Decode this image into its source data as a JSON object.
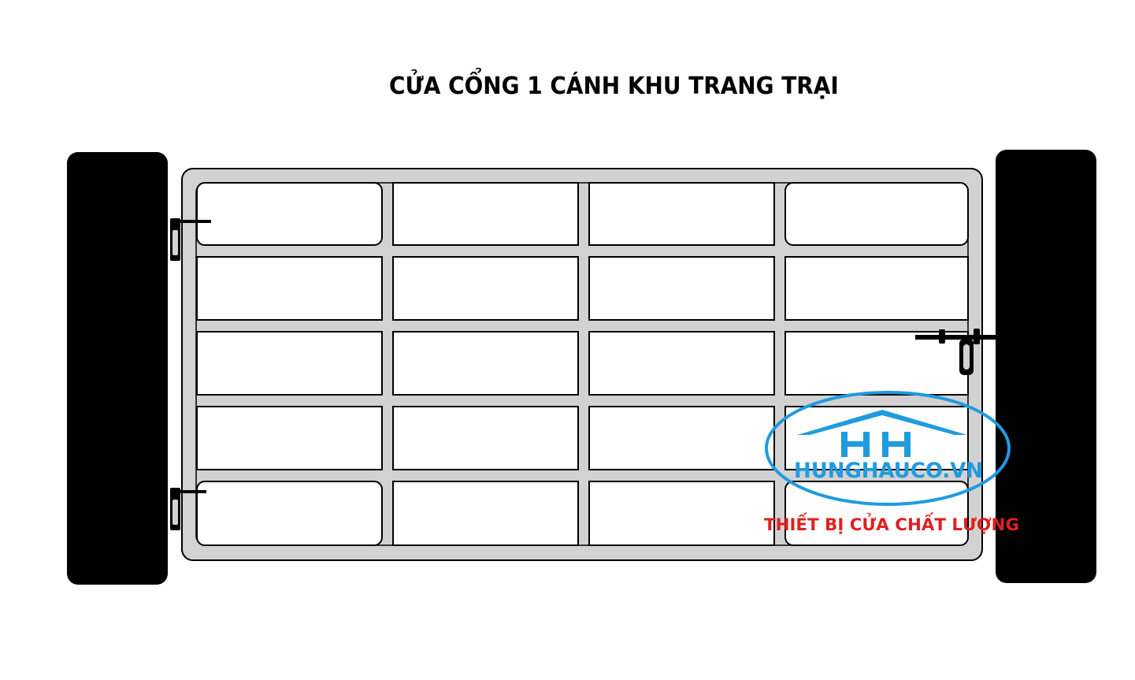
{
  "title": "CỬA CỔNG 1 CÁNH KHU TRANG TRẠI",
  "logo": {
    "icon": "house-hh-icon",
    "initials": "HH",
    "website": "HUNGHAUCO.VN",
    "color": "#1f9be0"
  },
  "tagline": {
    "text": "THIẾT BỊ CỬA CHẤT LƯỢNG",
    "color": "#e02020"
  },
  "gate": {
    "columns": 4,
    "rows": 5,
    "frame_color": "#d0d0d0",
    "pillar_color": "#000000"
  }
}
